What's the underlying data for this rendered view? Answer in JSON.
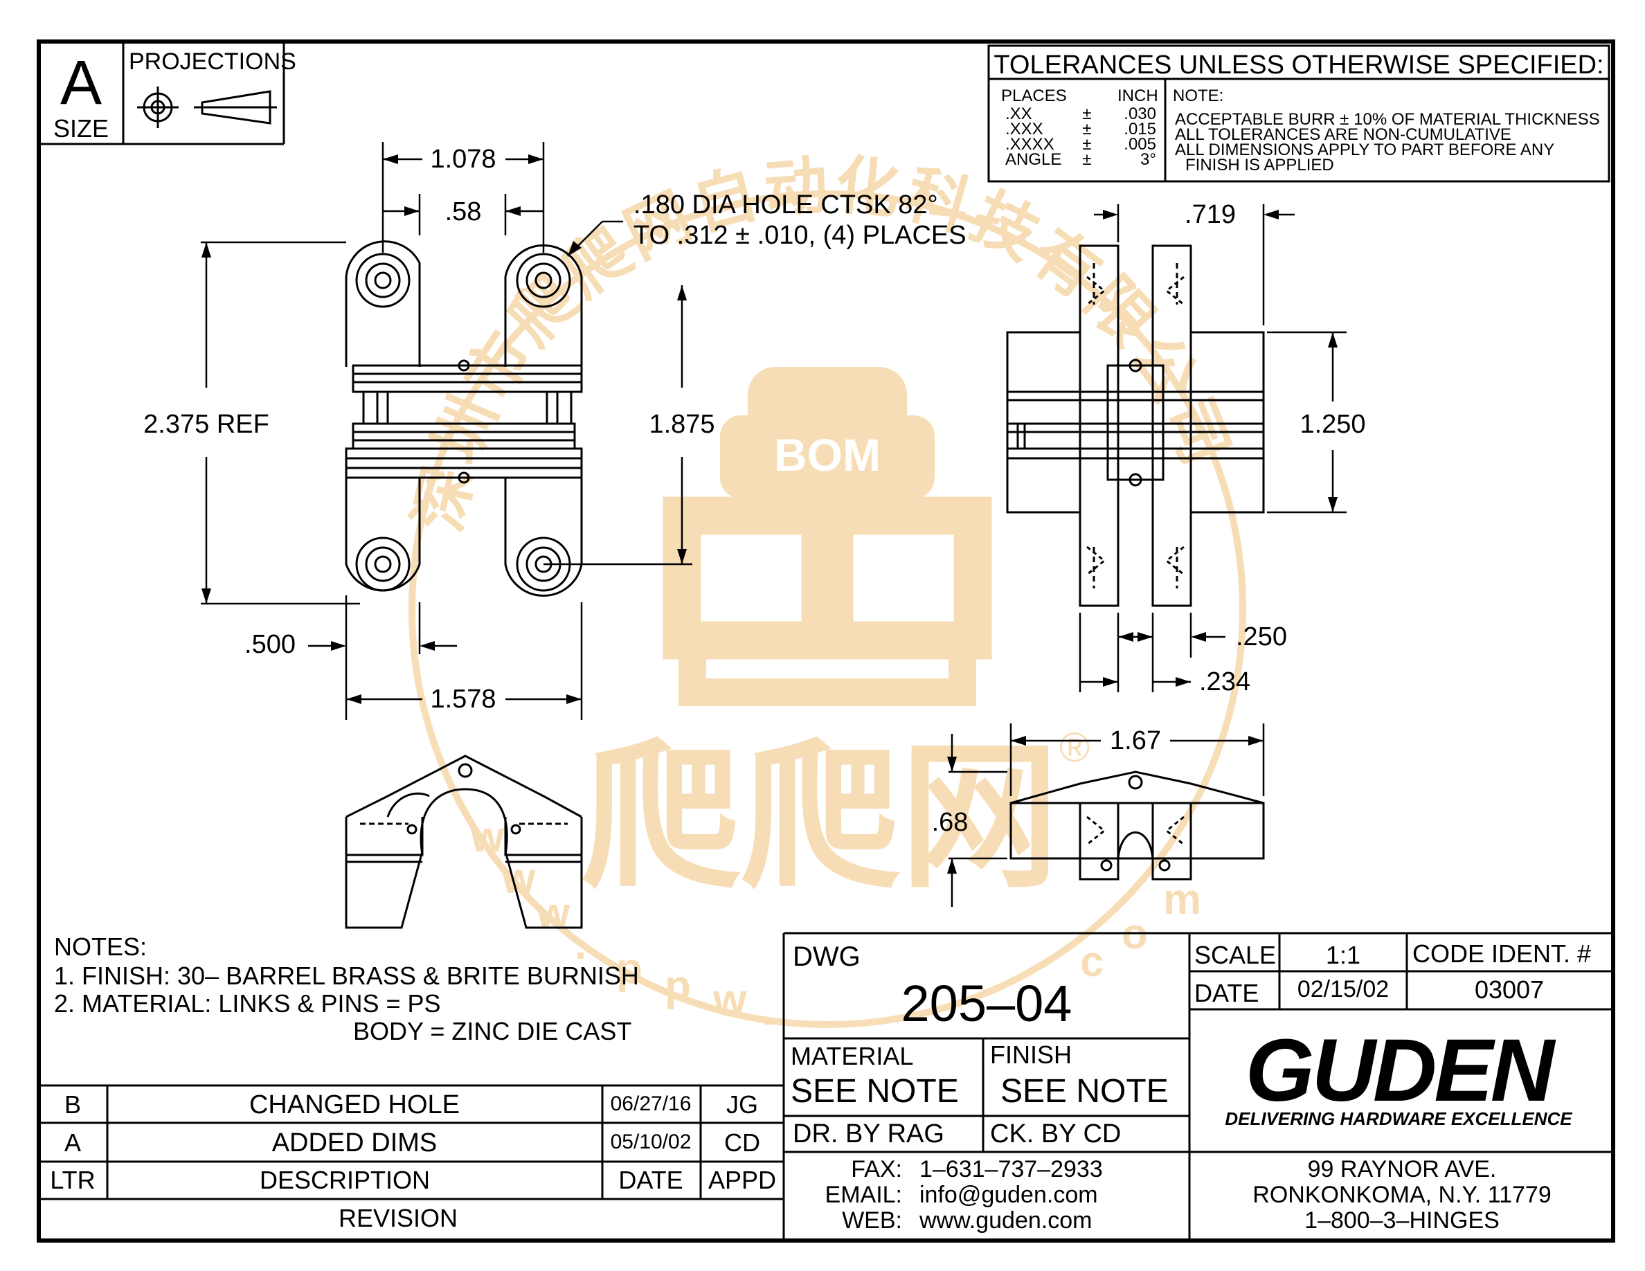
{
  "title_block": {
    "size_letter": "A",
    "size_label": "SIZE",
    "projections_label": "PROJECTIONS",
    "tolerances_title": "TOLERANCES UNLESS OTHERWISE SPECIFIED:",
    "tol_header_places": "PLACES",
    "tol_header_inch": "INCH",
    "tol_rows": [
      {
        "places": ".XX",
        "pm": "±",
        "value": ".030"
      },
      {
        "places": ".XXX",
        "pm": "±",
        "value": ".015"
      },
      {
        "places": ".XXXX",
        "pm": "±",
        "value": ".005"
      },
      {
        "places": "ANGLE",
        "pm": "±",
        "value": "3°"
      }
    ],
    "note_label": "NOTE:",
    "note_lines": [
      "ACCEPTABLE BURR ± 10% OF MATERIAL THICKNESS",
      "ALL TOLERANCES ARE NON-CUMULATIVE",
      "ALL DIMENSIONS APPLY TO PART BEFORE ANY",
      "FINISH IS APPLIED"
    ]
  },
  "dimensions": {
    "d1": "1.078",
    "d2": ".58",
    "hole_note_1": ".180 DIA HOLE CTSK 82°",
    "hole_note_2": "TO .312 ± .010, (4) PLACES",
    "d3": "2.375 REF",
    "d4": "1.875",
    "d5": ".500",
    "d6": "1.578",
    "d7": ".719",
    "d8": "1.250",
    "d9": ".250",
    "d10": ".234",
    "d11": "1.67",
    "d12": ".68"
  },
  "notes": {
    "header": "NOTES:",
    "line1": "1. FINISH:  30–  BARREL BRASS & BRITE BURNISH",
    "line2": "2. MATERIAL:  LINKS & PINS = PS",
    "line3": "BODY = ZINC DIE CAST"
  },
  "revisions": {
    "rows": [
      {
        "ltr": "B",
        "description": "CHANGED HOLE",
        "date": "06/27/16",
        "appd": "JG"
      },
      {
        "ltr": "A",
        "description": "ADDED DIMS",
        "date": "05/10/02",
        "appd": "CD"
      }
    ],
    "header": {
      "ltr": "LTR",
      "description": "DESCRIPTION",
      "date": "DATE",
      "appd": "APPD"
    },
    "footer": "REVISION"
  },
  "drawing_info": {
    "dwg_label": "DWG",
    "dwg_number": "205–04",
    "scale_label": "SCALE",
    "scale_value": "1:1",
    "code_label": "CODE IDENT. #",
    "code_value": "03007",
    "date_label": "DATE",
    "date_value": "02/15/02",
    "material_label": "MATERIAL",
    "material_value": "SEE NOTE",
    "finish_label": "FINISH",
    "finish_value": "SEE NOTE",
    "drawn_by": "DR. BY  RAG",
    "checked_by": "CK. BY   CD",
    "fax_label": "FAX:",
    "fax_value": "1–631–737–2933",
    "email_label": "EMAIL:",
    "email_value": "info@guden.com",
    "web_label": "WEB:",
    "web_value": "www.guden.com"
  },
  "company": {
    "logo": "GUDEN",
    "tagline": "DELIVERING HARDWARE EXCELLENCE",
    "address1": "99 RAYNOR AVE.",
    "address2": "RONKONKOMA, N.Y. 11779",
    "phone": "1–800–3–HINGES"
  },
  "watermark": {
    "arc_text": "深圳市爬爬网自动化科技有限公司",
    "center_text": "BOM",
    "brand": "爬爬网",
    "registered": "®",
    "url_letters": [
      "w",
      "w",
      "w",
      ".",
      "p",
      "p",
      "w",
      ".",
      "c",
      "o",
      "m"
    ]
  },
  "colors": {
    "line": "#000000",
    "watermark": "#f2c27a"
  }
}
